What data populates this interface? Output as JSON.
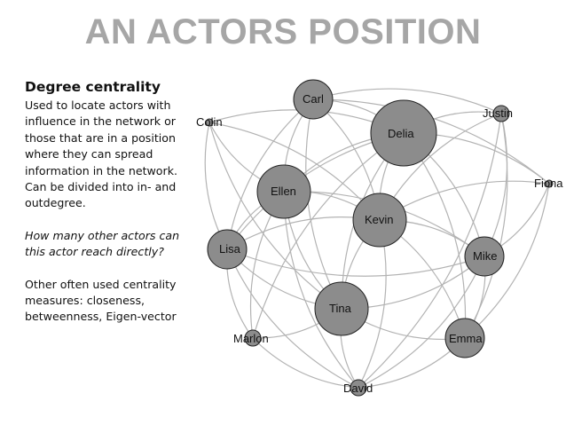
{
  "title": "AN ACTORS POSITION",
  "side_text": {
    "heading": "Degree centrality",
    "paragraph1": "Used to locate actors with influence in the network or those that are in a position where they can spread information in the network. Can be divided into in- and outdegree.",
    "question": "How many other actors can this actor reach directly?",
    "paragraph3": "Other often used centrality measures: closeness, betweenness, Eigen-vector"
  },
  "network": {
    "nodes": [
      {
        "id": "Carl",
        "label": "Carl",
        "size": "medium"
      },
      {
        "id": "Justin",
        "label": "Justin",
        "size": "small"
      },
      {
        "id": "Colin",
        "label": "Colin",
        "size": "tiny"
      },
      {
        "id": "Delia",
        "label": "Delia",
        "size": "xlarge"
      },
      {
        "id": "Fiona",
        "label": "Fiona",
        "size": "tiny"
      },
      {
        "id": "Ellen",
        "label": "Ellen",
        "size": "large"
      },
      {
        "id": "Kevin",
        "label": "Kevin",
        "size": "large"
      },
      {
        "id": "Lisa",
        "label": "Lisa",
        "size": "medium"
      },
      {
        "id": "Mike",
        "label": "Mike",
        "size": "medium"
      },
      {
        "id": "Tina",
        "label": "Tina",
        "size": "large"
      },
      {
        "id": "Marlon",
        "label": "Marlon",
        "size": "small"
      },
      {
        "id": "Emma",
        "label": "Emma",
        "size": "medium"
      },
      {
        "id": "David",
        "label": "David",
        "size": "small"
      }
    ],
    "edges": [
      [
        "Carl",
        "Ellen"
      ],
      [
        "Carl",
        "Delia"
      ],
      [
        "Carl",
        "Kevin"
      ],
      [
        "Carl",
        "Lisa"
      ],
      [
        "Carl",
        "Justin"
      ],
      [
        "Carl",
        "Fiona"
      ],
      [
        "Carl",
        "Tina"
      ],
      [
        "Colin",
        "Ellen"
      ],
      [
        "Colin",
        "Delia"
      ],
      [
        "Colin",
        "Lisa"
      ],
      [
        "Colin",
        "Kevin"
      ],
      [
        "Colin",
        "Tina"
      ],
      [
        "Delia",
        "Justin"
      ],
      [
        "Delia",
        "Ellen"
      ],
      [
        "Delia",
        "Kevin"
      ],
      [
        "Delia",
        "Lisa"
      ],
      [
        "Delia",
        "Mike"
      ],
      [
        "Delia",
        "Tina"
      ],
      [
        "Delia",
        "Emma"
      ],
      [
        "Delia",
        "Marlon"
      ],
      [
        "Delia",
        "Fiona"
      ],
      [
        "Justin",
        "Kevin"
      ],
      [
        "Justin",
        "Mike"
      ],
      [
        "Justin",
        "Emma"
      ],
      [
        "Justin",
        "David"
      ],
      [
        "Ellen",
        "Kevin"
      ],
      [
        "Ellen",
        "Lisa"
      ],
      [
        "Ellen",
        "Tina"
      ],
      [
        "Ellen",
        "Mike"
      ],
      [
        "Ellen",
        "David"
      ],
      [
        "Ellen",
        "Marlon"
      ],
      [
        "Kevin",
        "Mike"
      ],
      [
        "Kevin",
        "Lisa"
      ],
      [
        "Kevin",
        "Tina"
      ],
      [
        "Kevin",
        "Emma"
      ],
      [
        "Kevin",
        "David"
      ],
      [
        "Kevin",
        "Fiona"
      ],
      [
        "Lisa",
        "Tina"
      ],
      [
        "Lisa",
        "Marlon"
      ],
      [
        "Lisa",
        "David"
      ],
      [
        "Lisa",
        "Mike"
      ],
      [
        "Mike",
        "Tina"
      ],
      [
        "Mike",
        "Emma"
      ],
      [
        "Mike",
        "Fiona"
      ],
      [
        "Mike",
        "David"
      ],
      [
        "Tina",
        "Emma"
      ],
      [
        "Tina",
        "David"
      ],
      [
        "Tina",
        "Marlon"
      ],
      [
        "Emma",
        "David"
      ],
      [
        "Marlon",
        "David"
      ],
      [
        "Fiona",
        "Emma"
      ]
    ]
  }
}
